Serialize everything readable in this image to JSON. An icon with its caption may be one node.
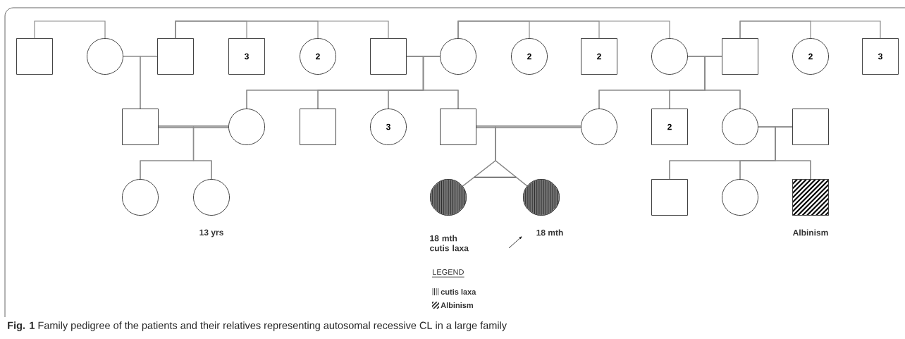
{
  "diagram": {
    "caption": "**Fig. 1** Family pedigree of the patients and their relatives representing autosomal recessive CL in a large family",
    "nodes": [
      {
        "text": [],
        "shape": "box"
      },
      {
        "text": [],
        "shape": "circle"
      },
      {
        "text": [],
        "shape": "box"
      },
      {
        "text": [
          "3"
        ]
      },
      {
        "text": [
          "2"
        ]
      },
      {
        "text": [],
        "shape": "box"
      },
      {
        "text": [],
        "shape": "circle"
      },
      {
        "text": [
          "2"
        ]
      },
      {
        "text": [
          "2"
        ]
      },
      {
        "text": [],
        "shape": "circle"
      },
      {
        "text": [],
        "shape": "box"
      },
      {
        "text": [
          "2"
        ]
      },
      {
        "text": [
          "3"
        ]
      },
      {
        "text": [],
        "shape": "box"
      },
      {
        "text": [],
        "shape": "circle"
      },
      {
        "text": [],
        "shape": "box"
      },
      {
        "text": [
          "3"
        ]
      },
      {
        "text": [],
        "shape": "box"
      },
      {
        "text": [],
        "shape": "circle"
      },
      {
        "text": [
          "2"
        ]
      },
      {
        "text": [],
        "shape": "circle"
      },
      {
        "text": [],
        "shape": "box"
      },
      {
        "text": [],
        "shape": "circle"
      },
      {
        "text": [],
        "shape": "circle",
        "beside": [
          "13 yrs"
        ]
      },
      {
        "text": [],
        "shape": "circle",
        "beside": [
          "18 mth cutis laxa"
        ]
      },
      {
        "text": [],
        "shape": "circle",
        "beside": [
          "18 mth"
        ]
      },
      {
        "text": [],
        "shape": "box"
      },
      {
        "text": [],
        "shape": "circle"
      },
      {
        "text": [],
        "shape": "box",
        "beside": [
          "Albinism"
        ]
      }
    ],
    "edges": [
      {
        "from": 0,
        "to": 1,
        "arrow": "none"
      },
      {
        "from": 2,
        "to": 3,
        "arrow": "none"
      },
      {
        "from": 2,
        "to": 4,
        "arrow": "none"
      },
      {
        "from": 2,
        "to": 5,
        "arrow": "none"
      },
      {
        "from": 6,
        "to": 7,
        "arrow": "none"
      },
      {
        "from": 6,
        "to": 8,
        "arrow": "none"
      },
      {
        "from": 6,
        "to": 9,
        "arrow": "none"
      },
      {
        "from": 10,
        "to": 11,
        "arrow": "none"
      },
      {
        "from": 10,
        "to": 12,
        "arrow": "none"
      },
      {
        "from": 1,
        "to": 2,
        "arrow": "none"
      },
      {
        "from": 5,
        "to": 6,
        "arrow": "none"
      },
      {
        "from": 9,
        "to": 10,
        "arrow": "none"
      },
      {
        "from": 13,
        "to": 14,
        "arrow": "none",
        "style": "thick"
      },
      {
        "from": 17,
        "to": 18,
        "arrow": "none",
        "style": "thick"
      },
      {
        "from": 20,
        "to": 21,
        "arrow": "none"
      },
      {
        "from": 1,
        "to": 13,
        "arrow": "none"
      },
      {
        "from": 2,
        "to": 13,
        "arrow": "none"
      },
      {
        "from": 5,
        "to": 14,
        "arrow": "none"
      },
      {
        "from": 5,
        "to": 15,
        "arrow": "none"
      },
      {
        "from": 5,
        "to": 16,
        "arrow": "none"
      },
      {
        "from": 5,
        "to": 17,
        "arrow": "none"
      },
      {
        "from": 6,
        "to": 14,
        "arrow": "none"
      },
      {
        "from": 6,
        "to": 15,
        "arrow": "none"
      },
      {
        "from": 6,
        "to": 16,
        "arrow": "none"
      },
      {
        "from": 6,
        "to": 17,
        "arrow": "none"
      },
      {
        "from": 9,
        "to": 18,
        "arrow": "none"
      },
      {
        "from": 9,
        "to": 19,
        "arrow": "none"
      },
      {
        "from": 9,
        "to": 20,
        "arrow": "none"
      },
      {
        "from": 10,
        "to": 18,
        "arrow": "none"
      },
      {
        "from": 10,
        "to": 19,
        "arrow": "none"
      },
      {
        "from": 10,
        "to": 20,
        "arrow": "none"
      },
      {
        "from": 13,
        "to": 22,
        "arrow": "none"
      },
      {
        "from": 13,
        "to": 23,
        "arrow": "none"
      },
      {
        "from": 14,
        "to": 22,
        "arrow": "none"
      },
      {
        "from": 14,
        "to": 23,
        "arrow": "none"
      },
      {
        "from": 17,
        "to": 24,
        "arrow": "none"
      },
      {
        "from": 17,
        "to": 25,
        "arrow": "none"
      },
      {
        "from": 18,
        "to": 24,
        "arrow": "none"
      },
      {
        "from": 18,
        "to": 25,
        "arrow": "none"
      },
      {
        "from": 20,
        "to": 26,
        "arrow": "none"
      },
      {
        "from": 20,
        "to": 27,
        "arrow": "none"
      },
      {
        "from": 20,
        "to": 28,
        "arrow": "none"
      },
      {
        "from": 21,
        "to": 26,
        "arrow": "none"
      },
      {
        "from": 21,
        "to": 27,
        "arrow": "none"
      },
      {
        "from": 21,
        "to": 28,
        "arrow": "none"
      }
    ],
    "labels": [
      "LEGEND"
    ],
    "legend": [
      {
        "text": "cutis laxa"
      },
      {
        "text": "Albinism"
      }
    ]
  }
}
